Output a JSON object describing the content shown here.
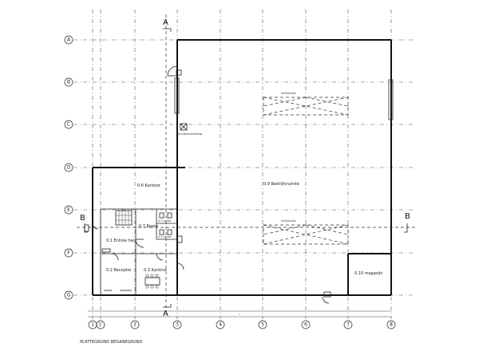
{
  "drawing_title": "PLATTEGROND BEGANEGROND",
  "axes_rows": [
    {
      "id": "row-A",
      "label": "A"
    },
    {
      "id": "row-B",
      "label": "B"
    },
    {
      "id": "row-C",
      "label": "C"
    },
    {
      "id": "row-D",
      "label": "D"
    },
    {
      "id": "row-E",
      "label": "E"
    },
    {
      "id": "row-F",
      "label": "F"
    },
    {
      "id": "row-G",
      "label": "G"
    }
  ],
  "axes_columns": [
    {
      "id": "col-1",
      "label": "1"
    },
    {
      "id": "col-1a",
      "label": "1'"
    },
    {
      "id": "col-2",
      "label": "2"
    },
    {
      "id": "col-3",
      "label": "3"
    },
    {
      "id": "col-4",
      "label": "4"
    },
    {
      "id": "col-5",
      "label": "5"
    },
    {
      "id": "col-6",
      "label": "6"
    },
    {
      "id": "col-7",
      "label": "7"
    },
    {
      "id": "col-8",
      "label": "8"
    }
  ],
  "sections": {
    "a_top": "A",
    "a_bottom": "A",
    "b_left": "B",
    "b_right": "B"
  },
  "rooms": {
    "kantoor": "0.6 Kantoor",
    "bedrijfsruimte": "0.9 Bedrijfsruimte",
    "entree_hal": "0.1 Entree hal",
    "repro": "0.7 Repro",
    "receptie": "0.2 Receptie",
    "kantine": "0.3 Kantine",
    "magazijn": "0.10 magazijn"
  },
  "annotations": {
    "lichtstraat_top": "lichtstraat",
    "lichtstraat_bottom": "lichtstraat",
    "luchtbehandeling": "luchtbehandeling",
    "toilet_heren": "0.5 toilet",
    "toilet_dames": "0.4 toilet"
  }
}
